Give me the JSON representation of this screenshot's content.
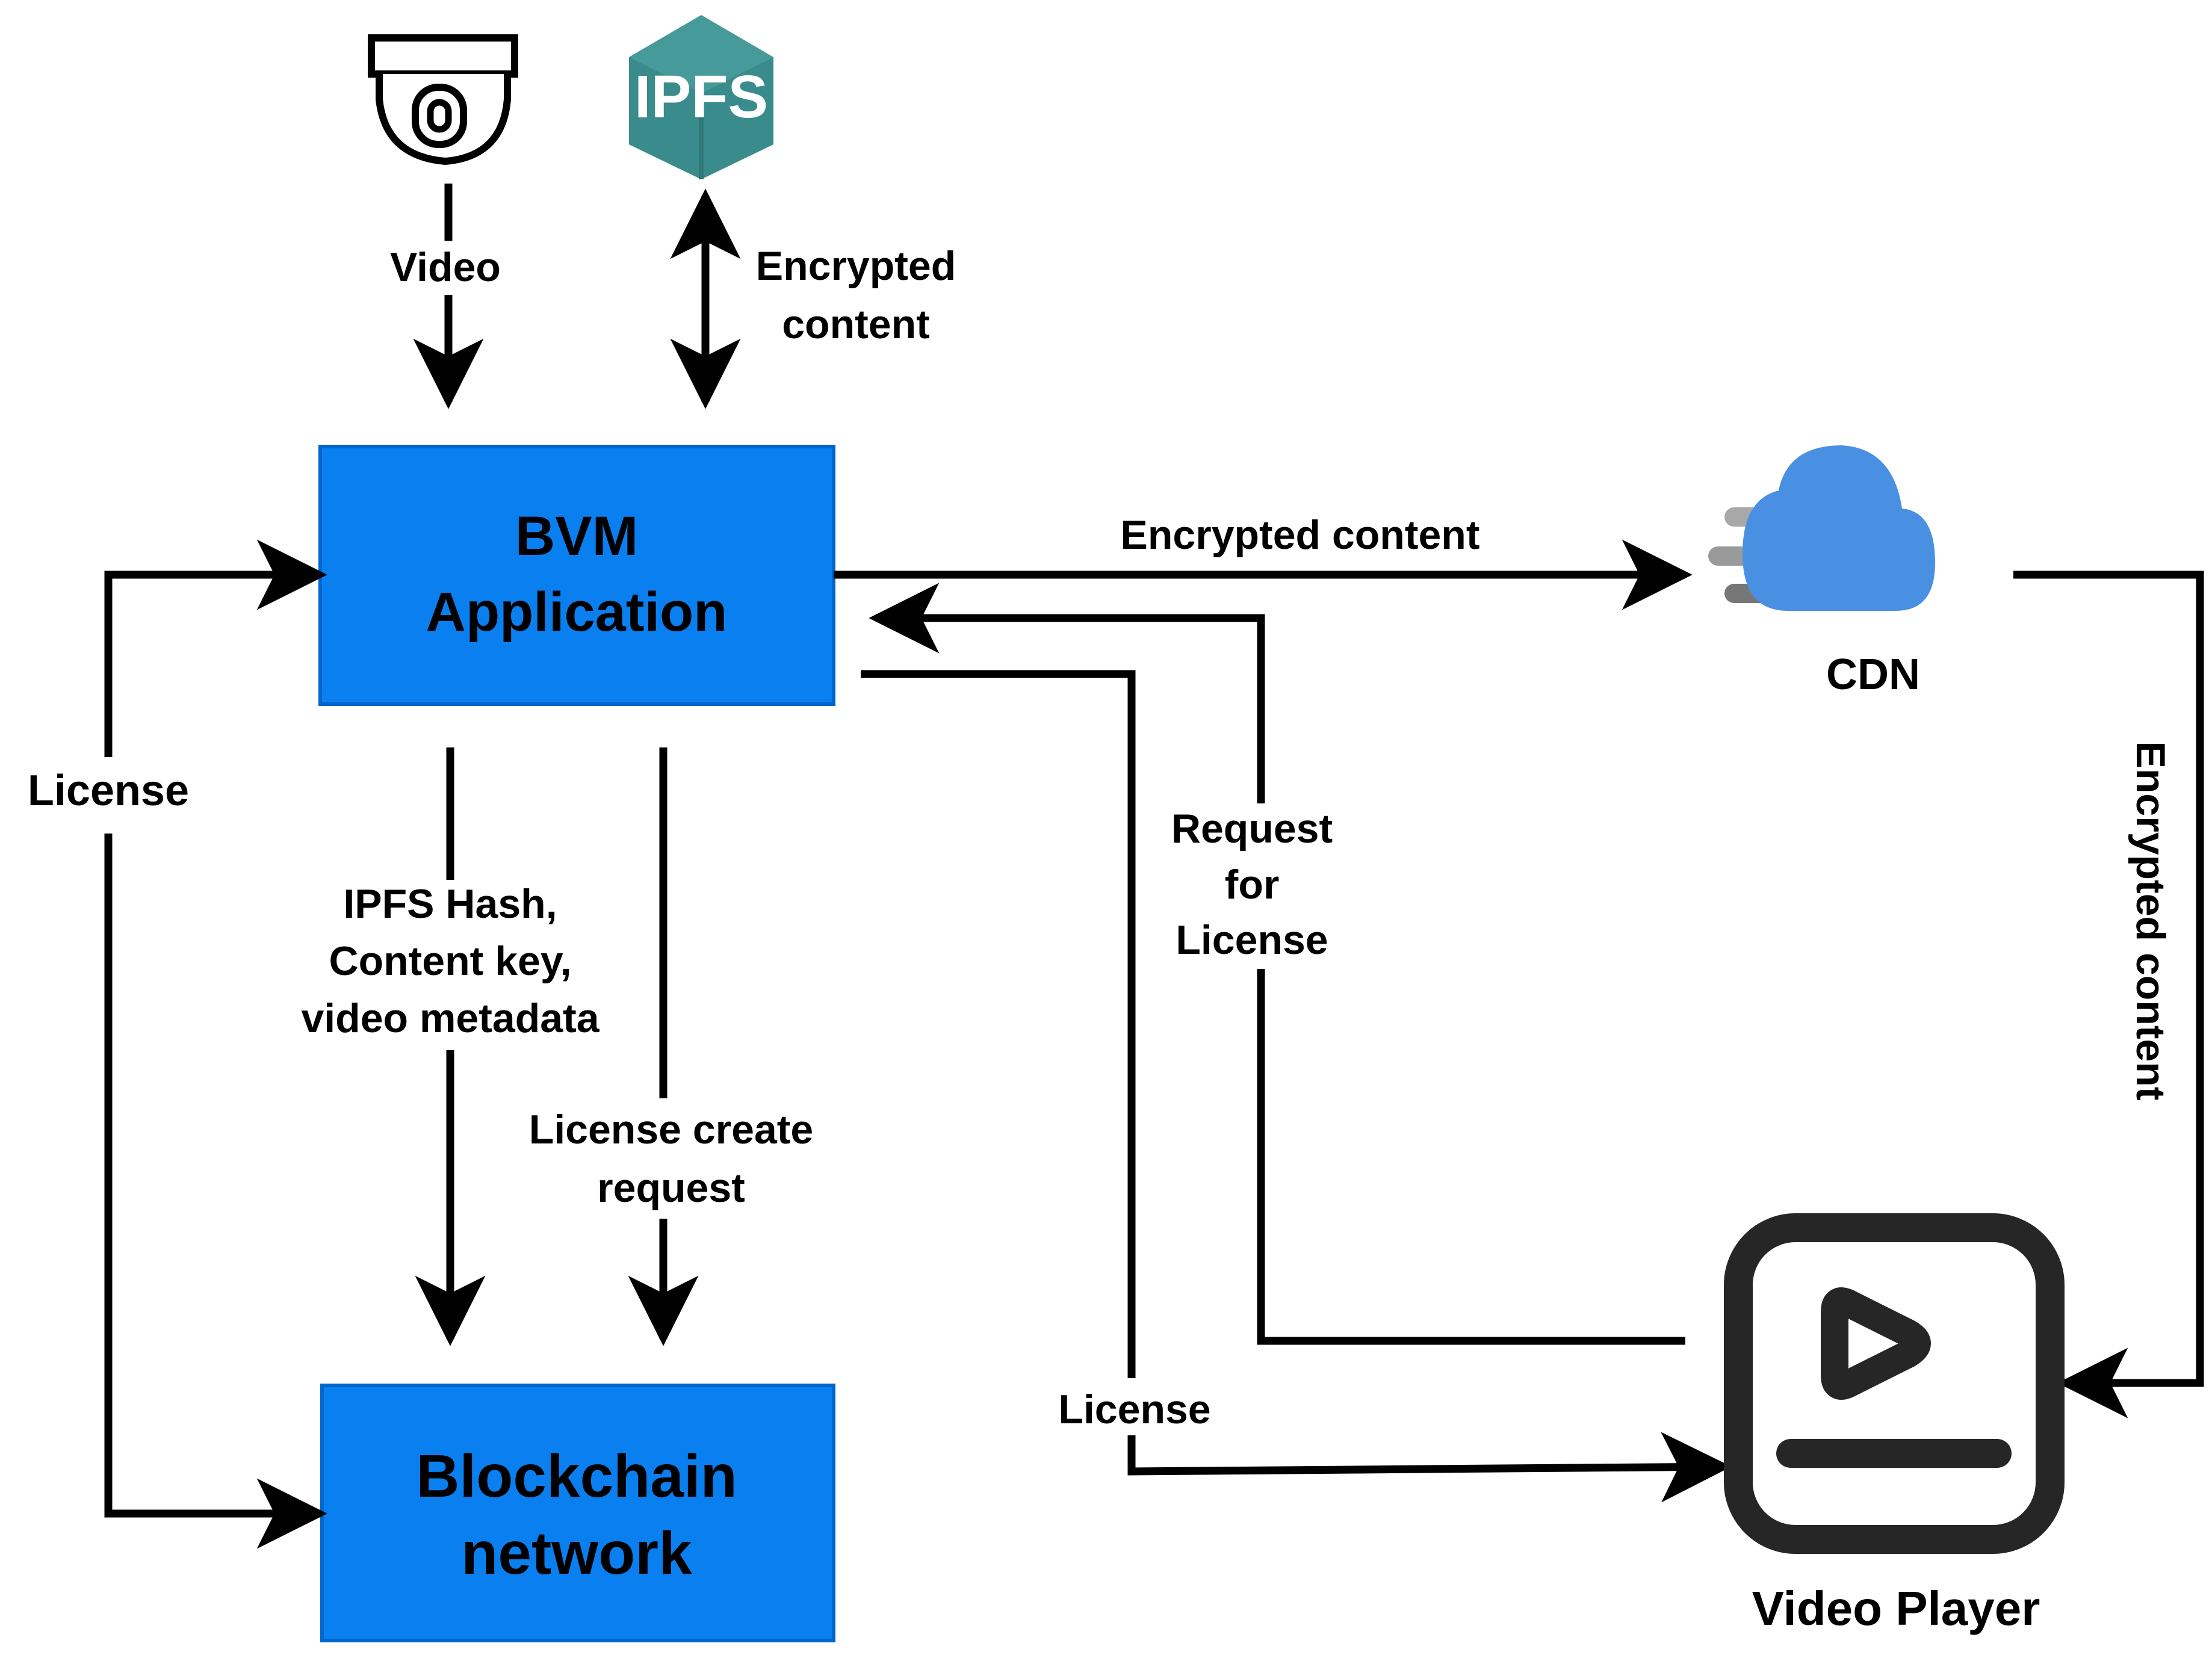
{
  "nodes": {
    "camera": {
      "label": "",
      "icon": "security-camera-icon"
    },
    "ipfs": {
      "label": "IPFS",
      "icon": "ipfs-cube-icon",
      "color": "#3a8c8c"
    },
    "bvm": {
      "line1": "BVM",
      "line2": "Application",
      "color": "#0a7ff0",
      "border": "#0066cc"
    },
    "blockchain": {
      "line1": "Blockchain",
      "line2": "network",
      "color": "#0a7ff0",
      "border": "#0066cc"
    },
    "cdn": {
      "label": "CDN",
      "icon": "cloud-icon",
      "color": "#4a90e2"
    },
    "player": {
      "label": "Video Player",
      "icon": "video-player-icon"
    }
  },
  "edges": {
    "video": {
      "label": "Video"
    },
    "ipfs_enc": {
      "line1": "Encrypted",
      "line2": "content"
    },
    "bvm_cdn": {
      "label": "Encrypted content"
    },
    "req_license": {
      "line1": "Request",
      "line2": "for",
      "line3": "License"
    },
    "license_player": {
      "label": "License"
    },
    "cdn_player": {
      "label": "Encrypted content"
    },
    "license_left": {
      "label": "License"
    },
    "hash": {
      "line1": "IPFS Hash,",
      "line2": "Content key,",
      "line3": "video metadata"
    },
    "license_create": {
      "line1": "License create",
      "line2": "request"
    }
  }
}
